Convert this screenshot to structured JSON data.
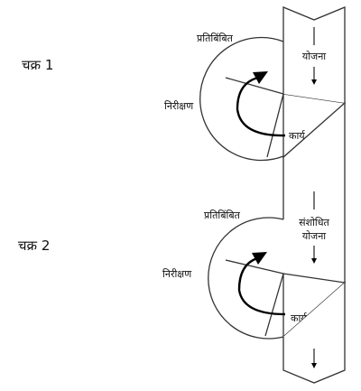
{
  "cycles": [
    {
      "name": "चक्र 1",
      "phases": {
        "reflect": "प्रतिबिंबित",
        "observe": "निरीक्षण",
        "act": "कार्य"
      },
      "strip_label": [
        "योजना"
      ]
    },
    {
      "name": "चक्र 2",
      "phases": {
        "reflect": "प्रतिबिंबित",
        "observe": "निरीक्षण",
        "act": "कार्य"
      },
      "strip_label": [
        "संशोधित",
        "योजना"
      ]
    }
  ]
}
